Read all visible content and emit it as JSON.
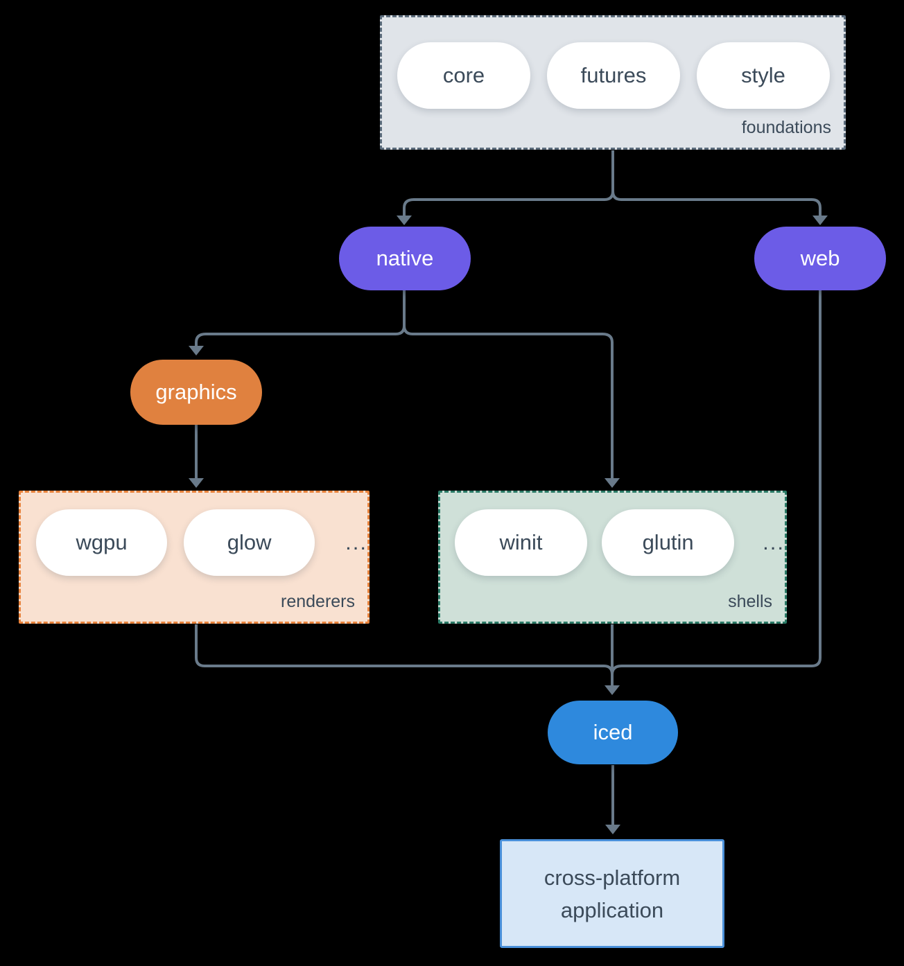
{
  "canvas": {
    "background": "#000000"
  },
  "colors": {
    "line": "#697a8a",
    "text_dark": "#3b4a59",
    "pill_white": "#ffffff",
    "purple": "#6c5ce7",
    "orange": "#e0813f",
    "blue": "#2e89dd",
    "foundations_bg": "#e0e4e9",
    "foundations_border": "#5c6c7c",
    "renderers_bg": "#f9e1d1",
    "renderers_border": "#e8823b",
    "shells_bg": "#cfe0d8",
    "shells_border": "#2a7a66",
    "app_bg": "#d7e7f7",
    "app_border": "#4a90d9",
    "page_bg": "#000000"
  },
  "groups": {
    "foundations": {
      "label": "foundations",
      "pills": [
        "core",
        "futures",
        "style"
      ]
    },
    "renderers": {
      "label": "renderers",
      "pills": [
        "wgpu",
        "glow"
      ],
      "ellipsis": "..."
    },
    "shells": {
      "label": "shells",
      "pills": [
        "winit",
        "glutin"
      ],
      "ellipsis": "..."
    }
  },
  "nodes": {
    "native": {
      "label": "native"
    },
    "web": {
      "label": "web"
    },
    "graphics": {
      "label": "graphics"
    },
    "iced": {
      "label": "iced"
    },
    "application": {
      "lines": [
        "cross-platform",
        "application"
      ]
    }
  }
}
